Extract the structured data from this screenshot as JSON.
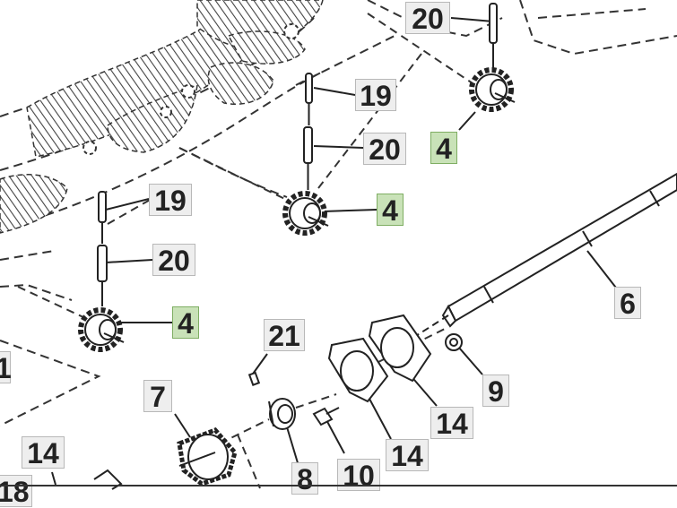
{
  "diagram": {
    "callouts": [
      {
        "id": "c20a",
        "label": "20"
      },
      {
        "id": "c4a",
        "label": "4"
      },
      {
        "id": "c19a",
        "label": "19"
      },
      {
        "id": "c20b",
        "label": "20"
      },
      {
        "id": "c4b",
        "label": "4"
      },
      {
        "id": "c19b",
        "label": "19"
      },
      {
        "id": "c20c",
        "label": "20"
      },
      {
        "id": "c4c",
        "label": "4"
      },
      {
        "id": "c6",
        "label": "6"
      },
      {
        "id": "c21",
        "label": "21"
      },
      {
        "id": "c9",
        "label": "9"
      },
      {
        "id": "c7",
        "label": "7"
      },
      {
        "id": "c14a",
        "label": "14"
      },
      {
        "id": "c14b",
        "label": "14"
      },
      {
        "id": "c14c",
        "label": "14"
      },
      {
        "id": "c8",
        "label": "8"
      },
      {
        "id": "c10",
        "label": "10"
      },
      {
        "id": "c1",
        "label": "1"
      },
      {
        "id": "c18",
        "label": "18"
      }
    ],
    "highlight_color": "#c9e2b8",
    "callout_color": "#eeeeee"
  }
}
